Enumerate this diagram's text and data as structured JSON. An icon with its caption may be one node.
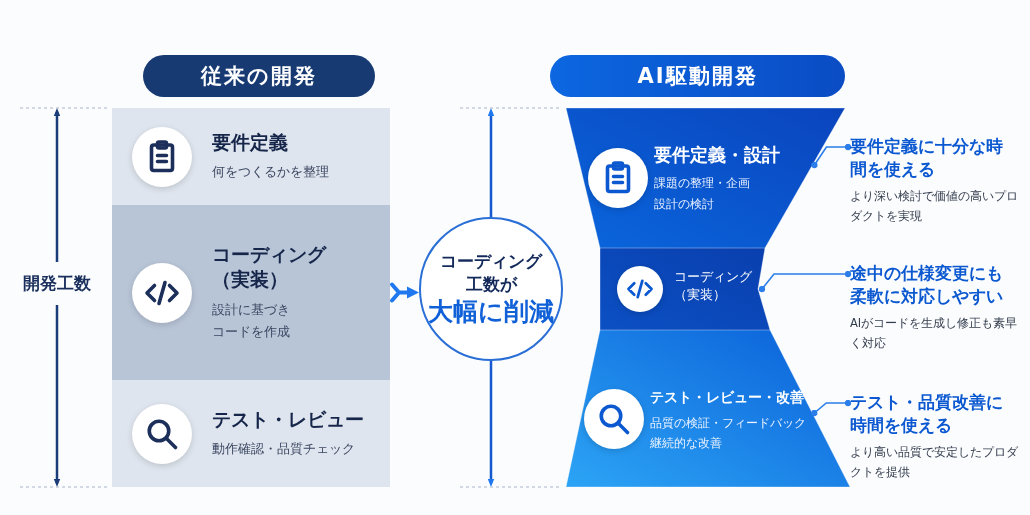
{
  "diagram": {
    "nodes": [
      {
        "text": [
          "従来の開発"
        ]
      },
      {
        "text": [
          "要件定義",
          "何をつくるかを整理"
        ]
      },
      {
        "text": [
          "コーディング（実装）",
          "設計に基づきコードを作成"
        ]
      },
      {
        "text": [
          "テスト・レビュー",
          "動作確認・品質チェック"
        ]
      },
      {
        "text": [
          "AI駆動開発"
        ]
      },
      {
        "text": [
          "コーディング工数が",
          "大幅に削減"
        ]
      },
      {
        "text": [
          "要件定義・設計",
          "課題の整理・企画設計の検討"
        ]
      },
      {
        "text": [
          "コーディング（実装）"
        ]
      },
      {
        "text": [
          "テスト・レビュー・改善",
          "品質の検証・フィードバック継続的な改善"
        ]
      },
      {
        "text": [
          "要件定義に十分な時間を使える",
          "より深い検討で価値の高いプロダクトを実現"
        ]
      },
      {
        "text": [
          "途中の仕様変更にも柔軟に対応しやすい",
          "AIがコードを生成し修正も素早く対応"
        ]
      },
      {
        "text": [
          "テスト・品質改善に時間を使える",
          "より高い品質で安定したプロダクトを提供"
        ]
      }
    ],
    "edges": [
      {
        "from": 2,
        "to": 5,
        "arrow": "to",
        "style": "thick"
      },
      {
        "from": 9,
        "to": 6,
        "arrow": "other"
      },
      {
        "from": 10,
        "to": 7,
        "arrow": "other"
      },
      {
        "from": 11,
        "to": 8,
        "arrow": "other"
      }
    ],
    "labels": [
      "開発工数"
    ]
  }
}
